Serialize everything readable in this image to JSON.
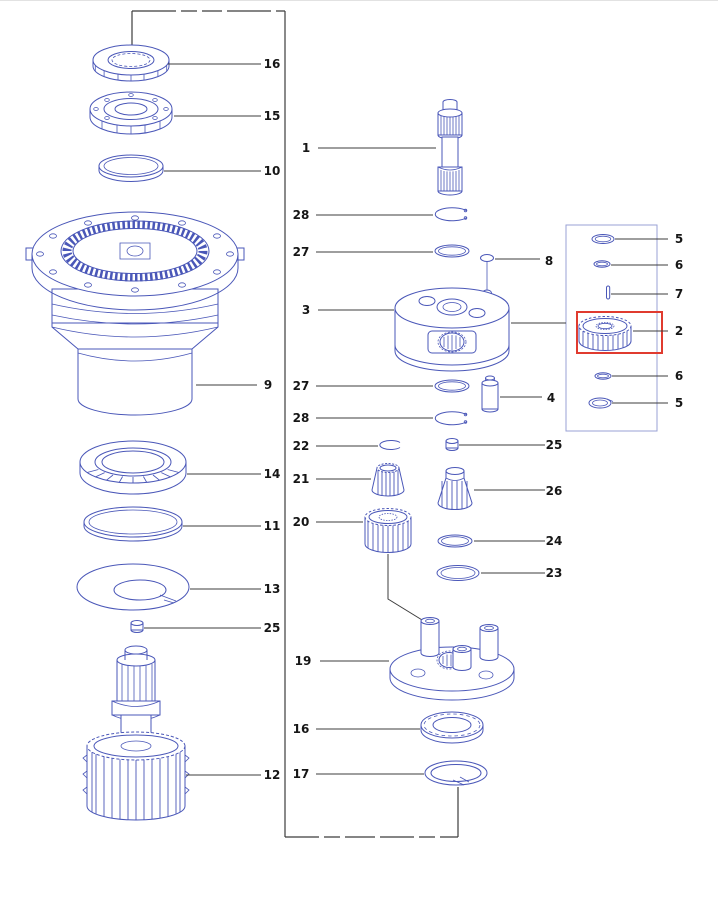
{
  "diagram": {
    "kind": "exploded-parts-diagram",
    "line_color": "#4a57b8",
    "leader_color": "#3c3c3c",
    "highlight_color": "#e03b2f",
    "selected_part_label": "2"
  },
  "callouts": [
    {
      "label": "16"
    },
    {
      "label": "15"
    },
    {
      "label": "10"
    },
    {
      "label": "9"
    },
    {
      "label": "14"
    },
    {
      "label": "11"
    },
    {
      "label": "13"
    },
    {
      "label": "25"
    },
    {
      "label": "12"
    },
    {
      "label": "1"
    },
    {
      "label": "28"
    },
    {
      "label": "27"
    },
    {
      "label": "3"
    },
    {
      "label": "27"
    },
    {
      "label": "28"
    },
    {
      "label": "22"
    },
    {
      "label": "21"
    },
    {
      "label": "20"
    },
    {
      "label": "19"
    },
    {
      "label": "16"
    },
    {
      "label": "17"
    },
    {
      "label": "8"
    },
    {
      "label": "4"
    },
    {
      "label": "25"
    },
    {
      "label": "26"
    },
    {
      "label": "24"
    },
    {
      "label": "23"
    },
    {
      "label": "5"
    },
    {
      "label": "6"
    },
    {
      "label": "7"
    },
    {
      "label": "2"
    },
    {
      "label": "6"
    },
    {
      "label": "5"
    }
  ]
}
